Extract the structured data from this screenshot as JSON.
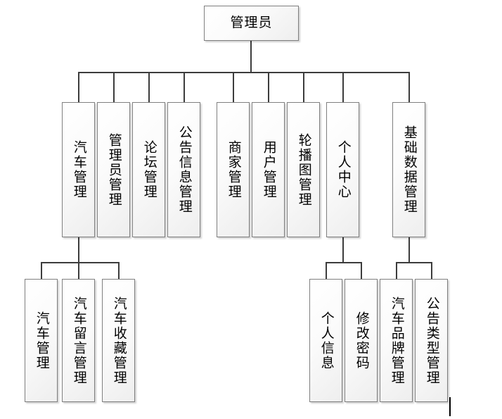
{
  "diagram": {
    "title": "管理员",
    "type": "tree",
    "root": {
      "id": "root",
      "label": "管理员",
      "orientation": "horizontal"
    },
    "level2": [
      {
        "id": "car-mgmt",
        "label": "汽车管理",
        "orientation": "vertical"
      },
      {
        "id": "admin-mgmt",
        "label": "管理员管理",
        "orientation": "vertical"
      },
      {
        "id": "forum-mgmt",
        "label": "论坛管理",
        "orientation": "vertical"
      },
      {
        "id": "notice-info-mgmt",
        "label": "公告信息管理",
        "orientation": "vertical"
      },
      {
        "id": "merchant-mgmt",
        "label": "商家管理",
        "orientation": "vertical"
      },
      {
        "id": "user-mgmt",
        "label": "用户管理",
        "orientation": "vertical"
      },
      {
        "id": "carousel-mgmt",
        "label": "轮播图管理",
        "orientation": "vertical"
      },
      {
        "id": "personal-center",
        "label": "个人中心",
        "orientation": "vertical"
      },
      {
        "id": "basic-data-mgmt",
        "label": "基础数据管理",
        "orientation": "vertical"
      }
    ],
    "level3_car": [
      {
        "id": "car-mgmt-child",
        "label": "汽车管理",
        "orientation": "vertical"
      },
      {
        "id": "car-message-mgmt",
        "label": "汽车留言管理",
        "orientation": "vertical"
      },
      {
        "id": "car-favorite-mgmt",
        "label": "汽车收藏管理",
        "orientation": "vertical"
      }
    ],
    "level3_personal": [
      {
        "id": "personal-info",
        "label": "个人信息",
        "orientation": "vertical"
      },
      {
        "id": "change-password",
        "label": "修改密码",
        "orientation": "vertical"
      }
    ],
    "level3_basic": [
      {
        "id": "car-brand-mgmt",
        "label": "汽车品牌管理",
        "orientation": "vertical"
      },
      {
        "id": "notice-type-mgmt",
        "label": "公告类型管理",
        "orientation": "vertical"
      }
    ],
    "colors": {
      "box_border": "#7f7f7f",
      "box_fill_light": "#ffffff",
      "box_fill_dark": "#eeeeee",
      "connector": "#3c3c3c",
      "text": "#000000",
      "background": "#ffffff"
    }
  }
}
